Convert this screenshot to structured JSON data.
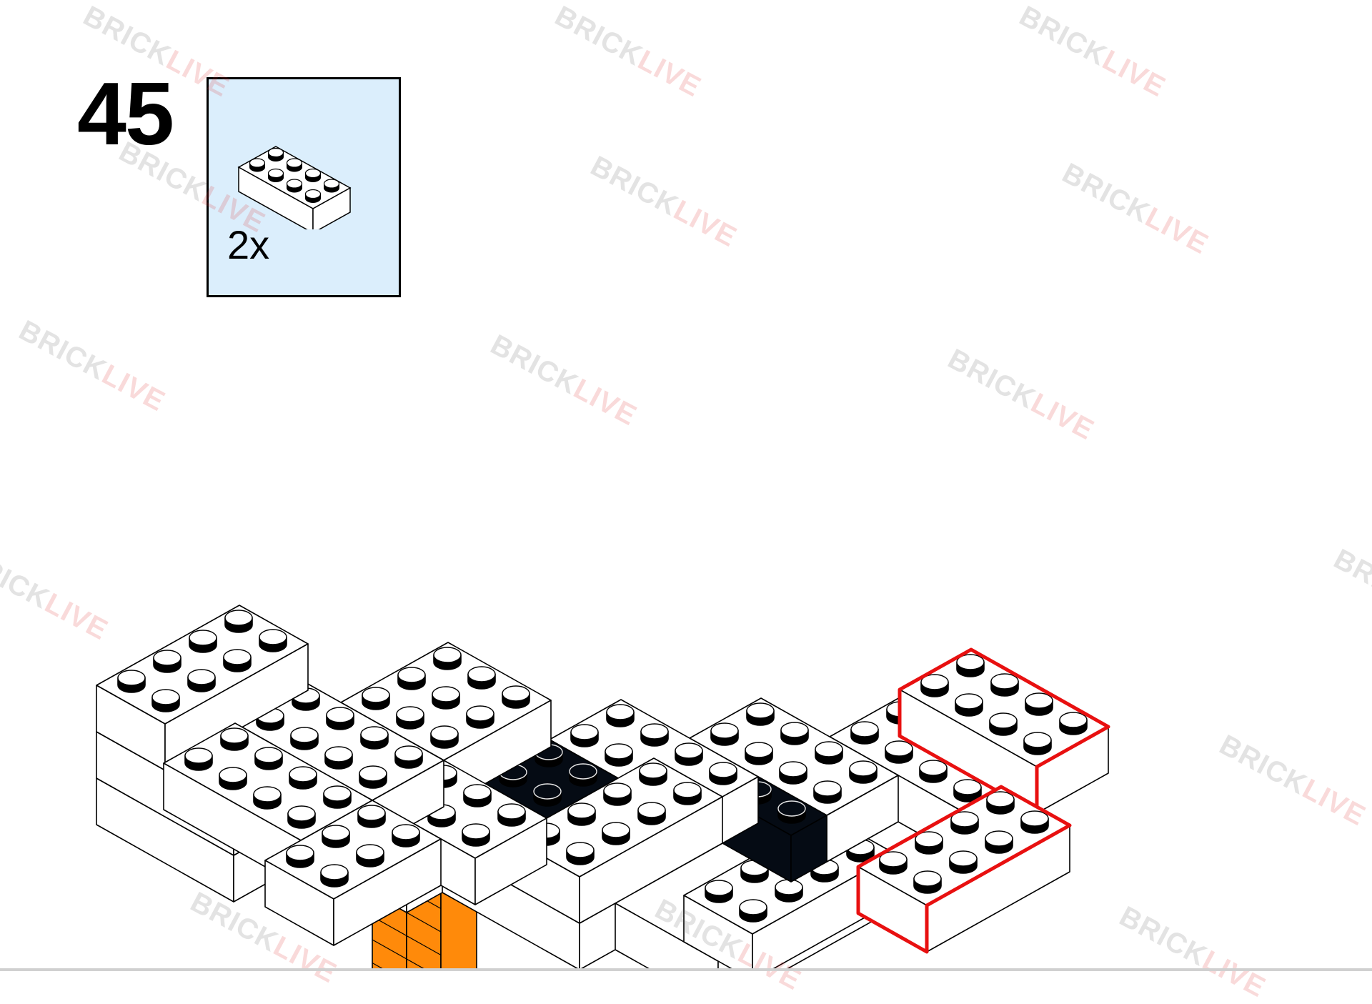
{
  "step": {
    "number": "45"
  },
  "parts": {
    "quantity": "2x",
    "part_icon": "brick-2x4-white-icon"
  },
  "watermark": {
    "part1": "BRICK",
    "part2": "LIVE"
  },
  "colors": {
    "brick_white": "#ffffff",
    "brick_black": "#050b14",
    "brick_orange": "#ff8a0a",
    "highlight": "#e81010",
    "panel_bg": "#dbeefc",
    "outline": "#000000"
  }
}
